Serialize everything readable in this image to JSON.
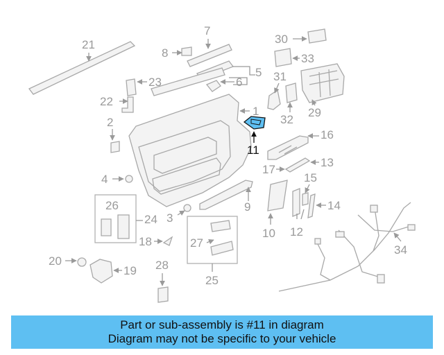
{
  "callouts": {
    "c1": "1",
    "c2": "2",
    "c3": "3",
    "c4": "4",
    "c5": "5",
    "c6": "6",
    "c7": "7",
    "c8": "8",
    "c9": "9",
    "c10": "10",
    "c11": "11",
    "c12": "12",
    "c13": "13",
    "c14": "14",
    "c15": "15",
    "c16": "16",
    "c17": "17",
    "c18": "18",
    "c19": "19",
    "c20": "20",
    "c21": "21",
    "c22": "22",
    "c23": "23",
    "c24": "24",
    "c25": "25",
    "c26": "26",
    "c27": "27",
    "c28": "28",
    "c29": "29",
    "c30": "30",
    "c31": "31",
    "c32": "32",
    "c33": "33",
    "c34": "34"
  },
  "highlight": {
    "part": "11",
    "color": "#5ebff2"
  },
  "banner": {
    "line1": "Part or sub-assembly is #11 in diagram",
    "line2": "Diagram may not be specific to your vehicle",
    "color": "#5ebff2"
  }
}
